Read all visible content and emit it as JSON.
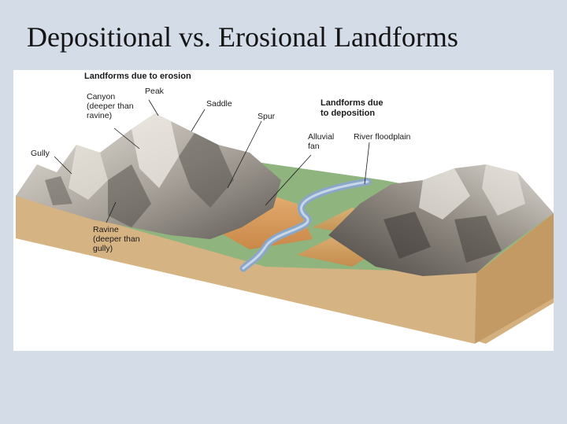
{
  "slide": {
    "title": "Depositional vs. Erosional Landforms"
  },
  "diagram": {
    "erosion_heading": "Landforms due to erosion",
    "deposition_heading_line1": "Landforms due",
    "deposition_heading_line2": "to deposition",
    "labels": {
      "canyon_line1": "Canyon",
      "canyon_line2": "(deeper than",
      "canyon_line3": "ravine)",
      "peak": "Peak",
      "saddle": "Saddle",
      "spur": "Spur",
      "gully": "Gully",
      "alluvial_line1": "Alluvial",
      "alluvial_line2": "fan",
      "river_floodplain": "River floodplain",
      "ravine_line1": "Ravine",
      "ravine_line2": "(deeper than",
      "ravine_line3": "gully)"
    },
    "colors": {
      "soil_front": "#d4b07f",
      "soil_side": "#c39a63",
      "floodplain": "#8fb47e",
      "river": "#8aa7c9",
      "rock_light": "#cfcac2",
      "rock_dark": "#6e6a65",
      "fan": "#d89a5a"
    }
  }
}
